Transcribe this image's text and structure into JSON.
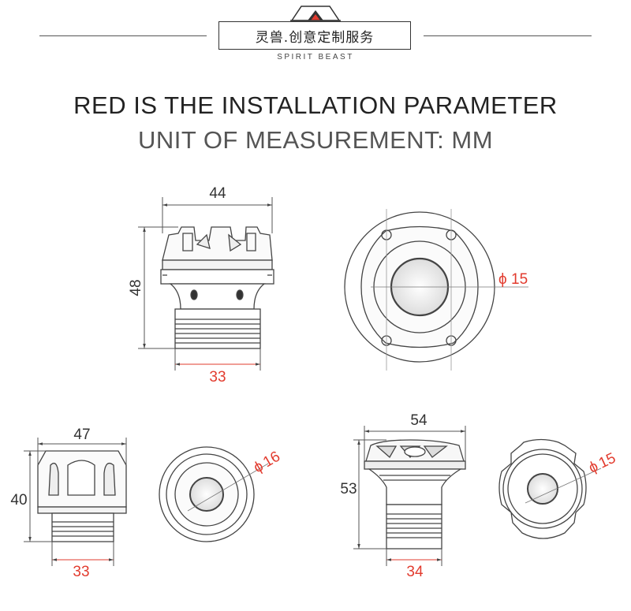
{
  "brand": {
    "name_cn": "灵兽.创意定制服务",
    "name_en": "SPIRIT BEAST",
    "logo": "spirit-beast-logo"
  },
  "headline": {
    "line1": "RED IS THE INSTALLATION PARAMETER",
    "line2": "UNIT OF MEASUREMENT: MM"
  },
  "colors": {
    "install_dimension": "#e23b2e",
    "dimension": "#333333"
  },
  "drawings": [
    {
      "id": "cap-a",
      "side_width": "44",
      "side_height": "48",
      "install_width": "33",
      "hole_diameter": "15",
      "diameter_symbol": "ϕ"
    },
    {
      "id": "cap-b",
      "side_width": "47",
      "side_height": "40",
      "install_width": "33",
      "hole_diameter": "16",
      "diameter_symbol": "ϕ"
    },
    {
      "id": "cap-c",
      "side_width": "54",
      "side_height": "53",
      "install_width": "34",
      "hole_diameter": "15",
      "diameter_symbol": "ϕ"
    }
  ]
}
